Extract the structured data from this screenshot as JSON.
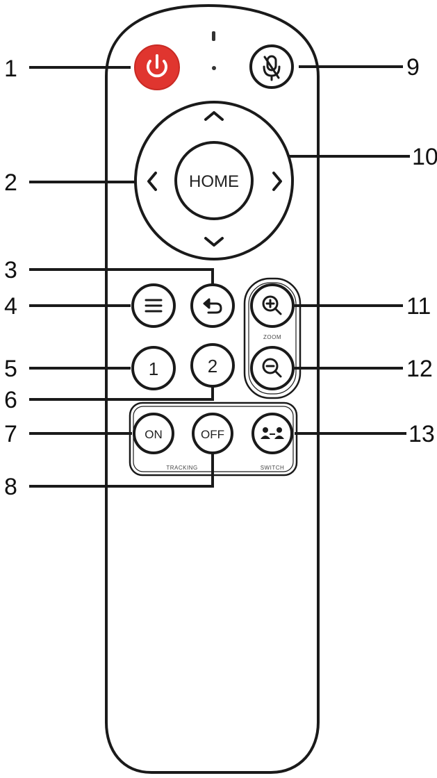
{
  "buttons": {
    "home": "HOME",
    "one": "1",
    "two": "2",
    "on": "ON",
    "off": "OFF"
  },
  "group_labels": {
    "zoom": "ZOOM",
    "tracking": "TRACKING",
    "switch": "SWITCH"
  },
  "icons": {
    "power": "power-icon",
    "mic": "microphone-muted-icon",
    "up": "chevron-up-icon",
    "down": "chevron-down-icon",
    "left": "chevron-left-icon",
    "right": "chevron-right-icon",
    "menu": "menu-icon",
    "back": "back-arrow-icon",
    "zoom_in": "zoom-in-icon",
    "zoom_out": "zoom-out-icon",
    "switch": "switch-person-icon"
  },
  "callouts": [
    "1",
    "2",
    "3",
    "4",
    "5",
    "6",
    "7",
    "8",
    "9",
    "10",
    "11",
    "12",
    "13"
  ],
  "colors": {
    "power": "#e0352f",
    "outline": "#1a1a1a",
    "background": "#ffffff"
  }
}
